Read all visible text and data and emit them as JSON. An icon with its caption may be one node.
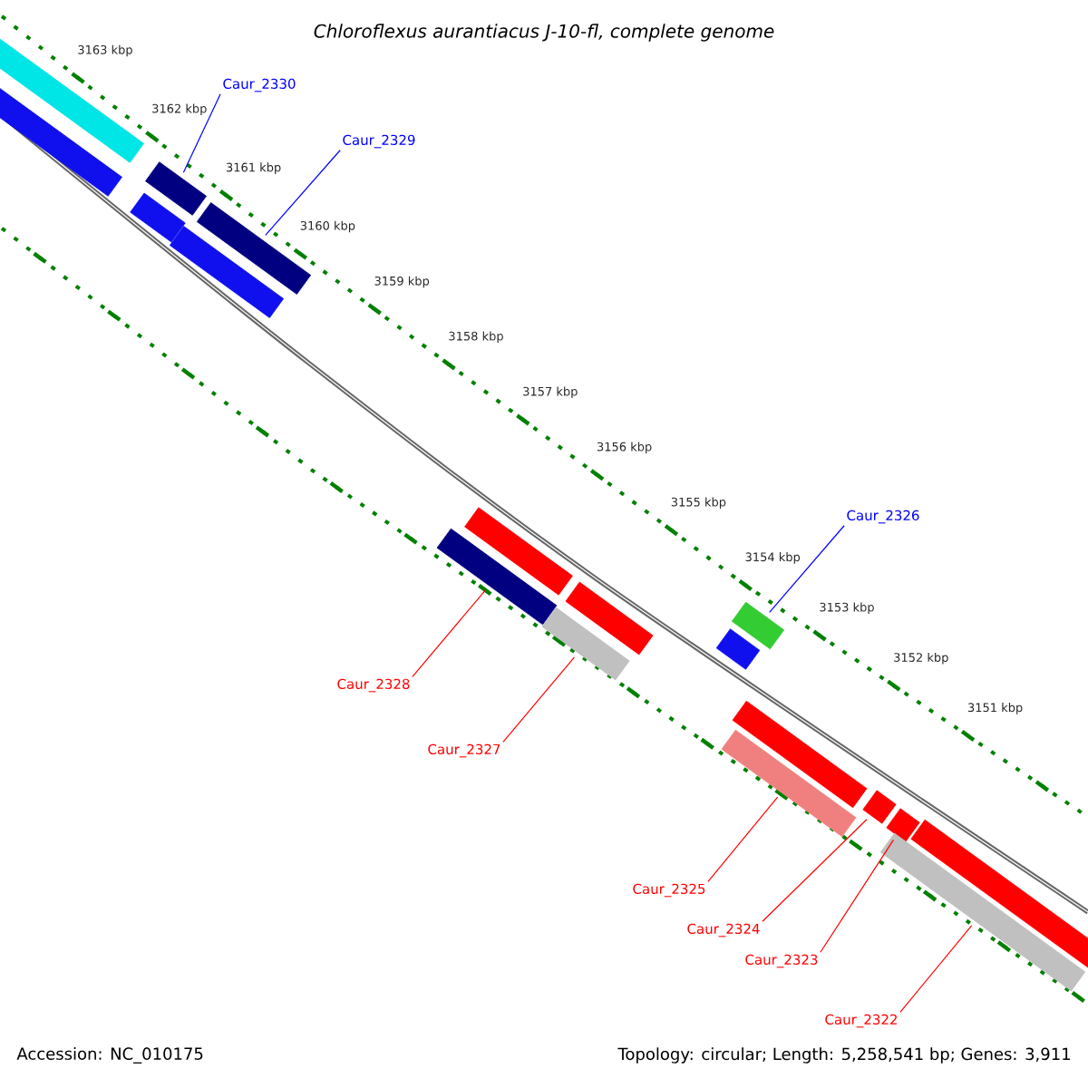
{
  "diagram": {
    "title": "Chloroflexus aurantiacus J-10-fl, complete genome",
    "nodes": [
      {
        "text": [
          "Caur_2330"
        ]
      },
      {
        "text": [],
        "shape": "bar"
      },
      {
        "text": [
          "Caur_2329"
        ]
      },
      {
        "text": [],
        "shape": "bar"
      },
      {
        "text": [
          "Caur_2328"
        ]
      },
      {
        "text": [],
        "shape": "bar"
      },
      {
        "text": [
          "Caur_2327"
        ]
      },
      {
        "text": [],
        "shape": "bar"
      },
      {
        "text": [
          "Caur_2326"
        ]
      },
      {
        "text": [],
        "shape": "bar"
      },
      {
        "text": [
          "Caur_2325"
        ]
      },
      {
        "text": [],
        "shape": "bar"
      },
      {
        "text": [
          "Caur_2324"
        ]
      },
      {
        "text": [],
        "shape": "bar"
      },
      {
        "text": [
          "Caur_2323"
        ]
      },
      {
        "text": [],
        "shape": "bar"
      },
      {
        "text": [
          "Caur_2322"
        ]
      },
      {
        "text": [],
        "shape": "bar"
      },
      {
        "text": [],
        "shape": "bar"
      },
      {
        "text": [],
        "shape": "bar"
      },
      {
        "text": [],
        "shape": "bar"
      },
      {
        "text": [],
        "shape": "bar"
      },
      {
        "text": [],
        "shape": "bar"
      },
      {
        "text": [],
        "shape": "bar"
      },
      {
        "text": [],
        "shape": "bar"
      },
      {
        "text": [],
        "shape": "bar"
      },
      {
        "text": [],
        "shape": "bar"
      }
    ],
    "edges": [
      {
        "from": 0,
        "to": 1,
        "arrow": "none",
        "color": "#0000ff"
      },
      {
        "from": 2,
        "to": 3,
        "arrow": "none",
        "color": "#0000ff"
      },
      {
        "from": 4,
        "to": 5,
        "arrow": "none"
      },
      {
        "from": 6,
        "to": 7,
        "arrow": "none"
      },
      {
        "from": 8,
        "to": 9,
        "arrow": "none",
        "color": "#0000ff"
      },
      {
        "from": 10,
        "to": 11,
        "arrow": "none"
      },
      {
        "from": 12,
        "to": 13,
        "arrow": "none"
      },
      {
        "from": 14,
        "to": 15,
        "arrow": "none"
      },
      {
        "from": 16,
        "to": 17,
        "arrow": "none"
      }
    ],
    "labels": [
      "3163 kbp",
      "3162 kbp",
      "3161 kbp",
      "3160 kbp",
      "3159 kbp",
      "3158 kbp",
      "3157 kbp",
      "3156 kbp",
      "3155 kbp",
      "3154 kbp",
      "3153 kbp",
      "3152 kbp",
      "3151 kbp",
      "Accession: NC_010175",
      "Topology: circular; Length: 5,258,541 bp; Genes: 3,911"
    ]
  }
}
